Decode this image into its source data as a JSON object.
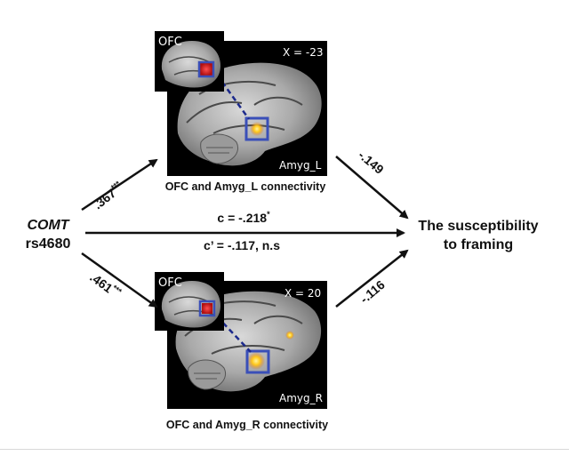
{
  "left_node": {
    "gene": "COMT",
    "snp": "rs4680"
  },
  "right_node": {
    "line1": "The susceptibility",
    "line2": "to framing"
  },
  "top_panel": {
    "inset_label": "OFC",
    "coord": "X = -23",
    "region": "Amyg_L",
    "caption": "OFC and Amyg_L connectivity"
  },
  "bottom_panel": {
    "inset_label": "OFC",
    "coord": "X = 20",
    "region": "Amyg_R",
    "caption": "OFC and Amyg_R connectivity"
  },
  "paths": {
    "a1": {
      "value": ".367",
      "sig": "***"
    },
    "b1": {
      "value": "-.149"
    },
    "a2": {
      "value": ".461",
      "sig": "***"
    },
    "b2": {
      "value": "-.116"
    },
    "c_total": {
      "value": "c = -.218",
      "sig": "*"
    },
    "c_direct": {
      "value": "c’ = -.117, n.s"
    }
  },
  "colors": {
    "roi_box": "#3a4fb8",
    "activation_hot": "#ffd21a",
    "activation_red": "#d81e1e"
  }
}
